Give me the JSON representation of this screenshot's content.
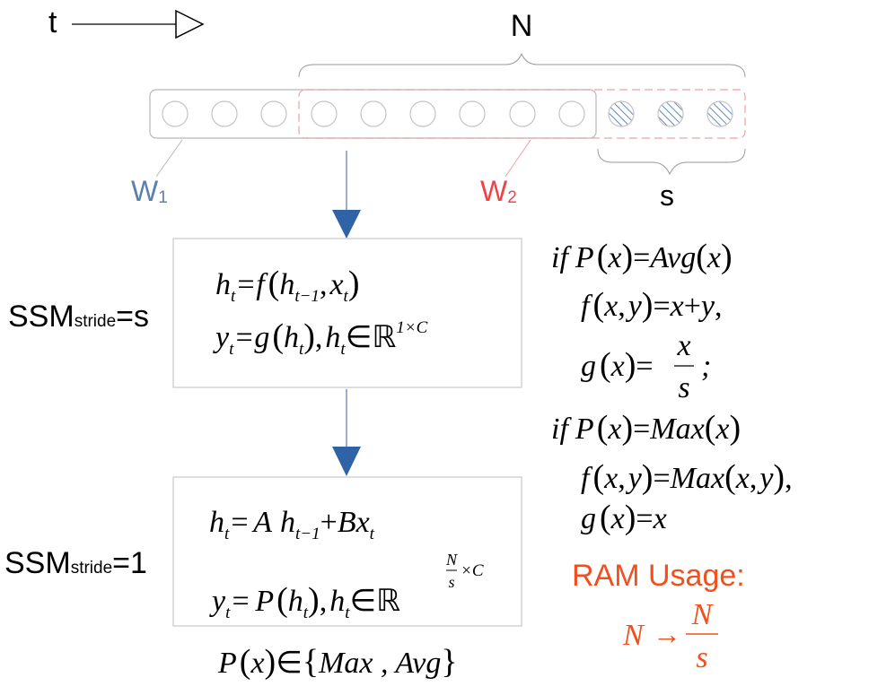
{
  "time_axis": {
    "label": "t"
  },
  "window_length_label": "N",
  "stride_label": "s",
  "windows": {
    "w1": {
      "label": "W",
      "subscript": "1",
      "color": "#5b7fae"
    },
    "w2": {
      "label": "W",
      "subscript": "2",
      "color": "#f0434a"
    }
  },
  "sequence": {
    "plain_count": 9,
    "hatched_count": 3,
    "hatch_color": "#3a6aa8"
  },
  "arrow_color": "#2f63a6",
  "ssm_stride_s": {
    "prefix": "SSM",
    "subscript": "stride",
    "suffix": "=s",
    "eq1": {
      "h": "h",
      "sub_t": "t",
      "eq": "=f",
      "open": "(",
      "h2": "h",
      "sub_t1": "t−1",
      "comma": ",",
      "x": "x",
      "sub_t2": "t",
      "close": ")"
    },
    "eq2": {
      "y": "y",
      "sub_t": "t",
      "eq": "=g",
      "open": "(",
      "h": "h",
      "sub_t2": "t",
      "close": ")",
      "comma": ",",
      "h2": "h",
      "sub_t3": "t",
      "in": "∈",
      "R": "ℝ",
      "sup": "1×C"
    }
  },
  "ssm_stride_1": {
    "prefix": "SSM",
    "subscript": "stride",
    "suffix": "=1",
    "eq1": {
      "h": "h",
      "sub_t": "t",
      "eq": "=",
      "A": "A",
      "h2": "h",
      "sub_t1": "t−1",
      "plus": "+",
      "Bx": "Bx",
      "sub_t2": "t"
    },
    "eq2": {
      "y": "y",
      "sub_t": "t",
      "eq": "=",
      "P": "P",
      "open": "(",
      "h": "h",
      "sub_t2": "t",
      "close": ")",
      "comma": ",",
      "h2": "h",
      "sub_t3": "t",
      "in": "∈",
      "R": "ℝ",
      "sup_num": "N",
      "sup_den": "s",
      "sup_tail": "×C"
    }
  },
  "pooling_set": {
    "P": "P",
    "open": "(",
    "x": "x",
    "close": ")",
    "in": "∈",
    "lbrace": "{",
    "items": "Max , Avg",
    "rbrace": "}"
  },
  "conditions": {
    "avg": {
      "if_line": {
        "if": "if",
        "P": "P",
        "open": "(",
        "x": "x",
        "close": ")",
        "eq": "=",
        "fn": "Avg",
        "open2": "(",
        "x2": "x",
        "close2": ")"
      },
      "f_line": {
        "f": "f",
        "open": "(",
        "x": "x",
        "comma": ",",
        "y": "y",
        "close": ")",
        "eq": "=",
        "rhs_x": "x",
        "plus": "+",
        "rhs_y": "y",
        "tail": ","
      },
      "g_line": {
        "g": "g",
        "open": "(",
        "x": "x",
        "close": ")",
        "eq": "=",
        "num": "x",
        "den": "s",
        "tail": ";"
      }
    },
    "max": {
      "if_line": {
        "if": "if",
        "P": "P",
        "open": "(",
        "x": "x",
        "close": ")",
        "eq": "=",
        "fn": "Max",
        "open2": "(",
        "x2": "x",
        "close2": ")"
      },
      "f_line": {
        "f": "f",
        "open": "(",
        "x": "x",
        "comma": ",",
        "y": "y",
        "close": ")",
        "eq": "=",
        "fn": "Max",
        "open2": "(",
        "x2": "x",
        "comma2": ",",
        "y2": "y",
        "close2": ")",
        "tail": ","
      },
      "g_line": {
        "g": "g",
        "open": "(",
        "x": "x",
        "close": ")",
        "eq": "=",
        "rhs": "x"
      }
    }
  },
  "ram_usage": {
    "title": "RAM  Usage:",
    "from": "N",
    "arrow": "→",
    "to_num": "N",
    "to_den": "s",
    "color": "#f0501e"
  }
}
